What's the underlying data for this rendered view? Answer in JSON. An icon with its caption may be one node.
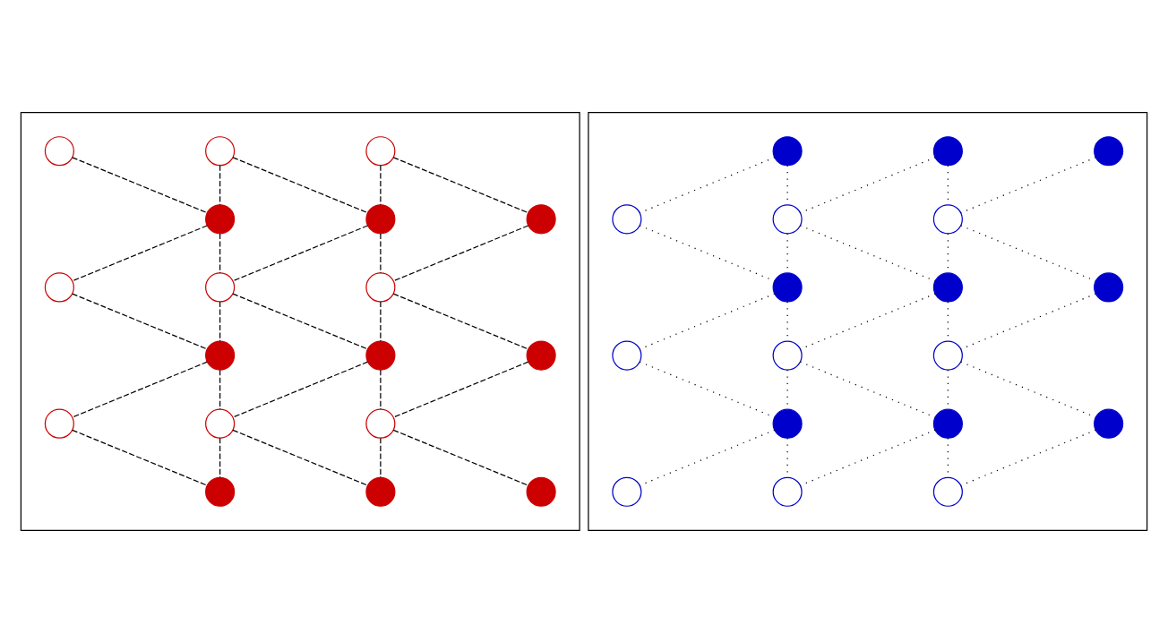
{
  "diagram": {
    "nodes": [
      {
        "text": [],
        "shape": "box"
      },
      {
        "text": [],
        "shape": "circle",
        "in": 0
      },
      {
        "text": [],
        "shape": "circle",
        "in": 0
      },
      {
        "text": [],
        "shape": "circle",
        "in": 0
      },
      {
        "text": [],
        "shape": "circle",
        "in": 0
      },
      {
        "text": [],
        "shape": "circle",
        "in": 0
      },
      {
        "text": [],
        "shape": "circle",
        "in": 0
      },
      {
        "text": [],
        "shape": "circle",
        "in": 0
      },
      {
        "text": [],
        "shape": "circle",
        "in": 0
      },
      {
        "text": [],
        "shape": "circle",
        "in": 0
      },
      {
        "text": [],
        "shape": "circle",
        "in": 0
      },
      {
        "text": [],
        "shape": "circle",
        "in": 0
      },
      {
        "text": [],
        "shape": "circle",
        "in": 0
      },
      {
        "text": [],
        "shape": "circle",
        "in": 0
      },
      {
        "text": [],
        "shape": "circle",
        "in": 0
      },
      {
        "text": [],
        "shape": "circle",
        "in": 0
      },
      {
        "text": [],
        "shape": "circle",
        "in": 0
      },
      {
        "text": [],
        "shape": "circle",
        "in": 0
      },
      {
        "text": [],
        "shape": "circle",
        "in": 0
      },
      {
        "text": [],
        "shape": "box"
      },
      {
        "text": [],
        "shape": "circle",
        "in": 19
      },
      {
        "text": [],
        "shape": "circle",
        "in": 19
      },
      {
        "text": [],
        "shape": "circle",
        "in": 19
      },
      {
        "text": [],
        "shape": "circle",
        "in": 19
      },
      {
        "text": [],
        "shape": "circle",
        "in": 19
      },
      {
        "text": [],
        "shape": "circle",
        "in": 19
      },
      {
        "text": [],
        "shape": "circle",
        "in": 19
      },
      {
        "text": [],
        "shape": "circle",
        "in": 19
      },
      {
        "text": [],
        "shape": "circle",
        "in": 19
      },
      {
        "text": [],
        "shape": "circle",
        "in": 19
      },
      {
        "text": [],
        "shape": "circle",
        "in": 19
      },
      {
        "text": [],
        "shape": "circle",
        "in": 19
      },
      {
        "text": [],
        "shape": "circle",
        "in": 19
      },
      {
        "text": [],
        "shape": "circle",
        "in": 19
      },
      {
        "text": [],
        "shape": "circle",
        "in": 19
      },
      {
        "text": [],
        "shape": "circle",
        "in": 19
      },
      {
        "text": [],
        "shape": "circle",
        "in": 19
      },
      {
        "text": [],
        "shape": "circle",
        "in": 19
      }
    ],
    "edges": [
      {
        "from": 1,
        "to": 4,
        "arrow": "none",
        "style": "dashed"
      },
      {
        "from": 2,
        "to": 4,
        "arrow": "none",
        "style": "dashed"
      },
      {
        "from": 2,
        "to": 5,
        "arrow": "none",
        "style": "dashed"
      },
      {
        "from": 3,
        "to": 5,
        "arrow": "none",
        "style": "dashed"
      },
      {
        "from": 3,
        "to": 6,
        "arrow": "none",
        "style": "dashed"
      },
      {
        "from": 4,
        "to": 7,
        "arrow": "none",
        "style": "dashed"
      },
      {
        "from": 4,
        "to": 8,
        "arrow": "none",
        "style": "dashed"
      },
      {
        "from": 5,
        "to": 8,
        "arrow": "none",
        "style": "dashed"
      },
      {
        "from": 5,
        "to": 9,
        "arrow": "none",
        "style": "dashed"
      },
      {
        "from": 6,
        "to": 9,
        "arrow": "none",
        "style": "dashed"
      },
      {
        "from": 7,
        "to": 10,
        "arrow": "none",
        "style": "dashed"
      },
      {
        "from": 8,
        "to": 10,
        "arrow": "none",
        "style": "dashed"
      },
      {
        "from": 8,
        "to": 11,
        "arrow": "none",
        "style": "dashed"
      },
      {
        "from": 9,
        "to": 11,
        "arrow": "none",
        "style": "dashed"
      },
      {
        "from": 9,
        "to": 12,
        "arrow": "none",
        "style": "dashed"
      },
      {
        "from": 10,
        "to": 13,
        "arrow": "none",
        "style": "dashed"
      },
      {
        "from": 10,
        "to": 14,
        "arrow": "none",
        "style": "dashed"
      },
      {
        "from": 11,
        "to": 14,
        "arrow": "none",
        "style": "dashed"
      },
      {
        "from": 11,
        "to": 15,
        "arrow": "none",
        "style": "dashed"
      },
      {
        "from": 12,
        "to": 15,
        "arrow": "none",
        "style": "dashed"
      },
      {
        "from": 13,
        "to": 16,
        "arrow": "none",
        "style": "dashed"
      },
      {
        "from": 14,
        "to": 16,
        "arrow": "none",
        "style": "dashed"
      },
      {
        "from": 14,
        "to": 17,
        "arrow": "none",
        "style": "dashed"
      },
      {
        "from": 15,
        "to": 17,
        "arrow": "none",
        "style": "dashed"
      },
      {
        "from": 15,
        "to": 18,
        "arrow": "none",
        "style": "dashed"
      },
      {
        "from": 20,
        "to": 23,
        "arrow": "none"
      },
      {
        "from": 20,
        "to": 24,
        "arrow": "none"
      },
      {
        "from": 21,
        "to": 24,
        "arrow": "none"
      },
      {
        "from": 21,
        "to": 25,
        "arrow": "none"
      },
      {
        "from": 22,
        "to": 25,
        "arrow": "none"
      },
      {
        "from": 23,
        "to": 26,
        "arrow": "none"
      },
      {
        "from": 24,
        "to": 26,
        "arrow": "none"
      },
      {
        "from": 24,
        "to": 27,
        "arrow": "none"
      },
      {
        "from": 25,
        "to": 27,
        "arrow": "none"
      },
      {
        "from": 25,
        "to": 28,
        "arrow": "none"
      },
      {
        "from": 26,
        "to": 29,
        "arrow": "none"
      },
      {
        "from": 26,
        "to": 30,
        "arrow": "none"
      },
      {
        "from": 27,
        "to": 30,
        "arrow": "none"
      },
      {
        "from": 27,
        "to": 31,
        "arrow": "none"
      },
      {
        "from": 28,
        "to": 31,
        "arrow": "none"
      },
      {
        "from": 29,
        "to": 32,
        "arrow": "none"
      },
      {
        "from": 30,
        "to": 32,
        "arrow": "none"
      },
      {
        "from": 30,
        "to": 33,
        "arrow": "none"
      },
      {
        "from": 31,
        "to": 33,
        "arrow": "none"
      },
      {
        "from": 31,
        "to": 34,
        "arrow": "none"
      },
      {
        "from": 32,
        "to": 35,
        "arrow": "none"
      },
      {
        "from": 32,
        "to": 36,
        "arrow": "none"
      },
      {
        "from": 33,
        "to": 36,
        "arrow": "none"
      },
      {
        "from": 33,
        "to": 37,
        "arrow": "none"
      },
      {
        "from": 34,
        "to": 37,
        "arrow": "none"
      }
    ]
  }
}
